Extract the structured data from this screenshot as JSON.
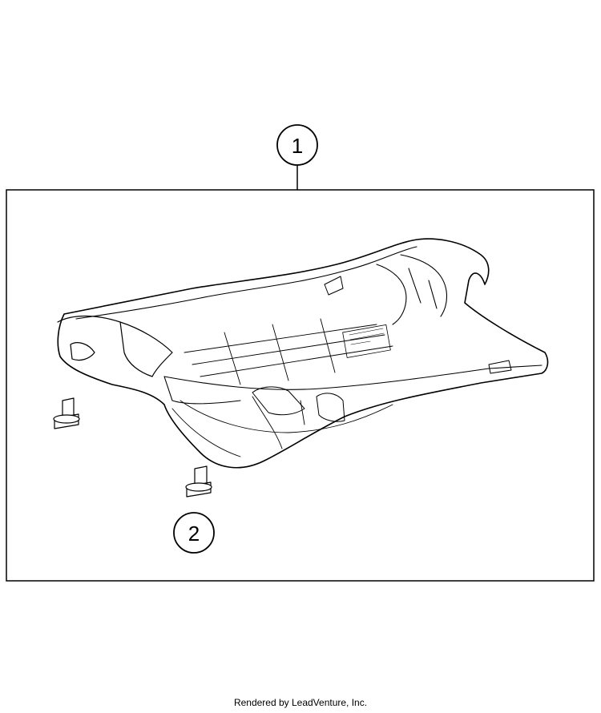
{
  "callouts": [
    {
      "number": "1"
    },
    {
      "number": "2"
    }
  ],
  "footer": {
    "credit": "Rendered by LeadVenture, Inc."
  },
  "colors": {
    "line": "#000000",
    "background": "#ffffff"
  }
}
